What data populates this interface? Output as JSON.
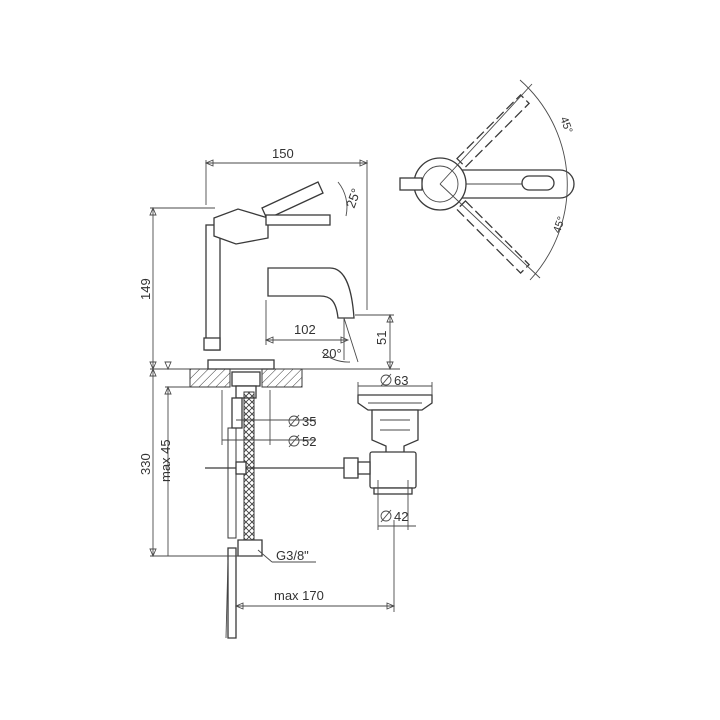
{
  "dimensions": {
    "width_150": "150",
    "angle_25": "25°",
    "height_149": "149",
    "reach_102": "102",
    "angle_20": "20°",
    "spout_51": "51",
    "angle_45_top": "45°",
    "angle_45_bottom": "45°",
    "dia_63": "63",
    "dia_35": "35",
    "dia_52": "52",
    "height_330": "330",
    "max_45": "max 45",
    "dia_42": "42",
    "thread": "G3/8\"",
    "max_170": "max 170"
  },
  "colors": {
    "line": "#3a3a3a",
    "background": "#ffffff"
  }
}
